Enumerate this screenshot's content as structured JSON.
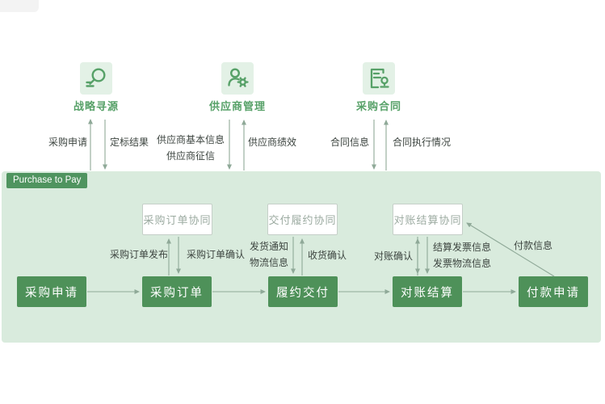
{
  "badge_label": "Purchase to Pay",
  "modules": [
    {
      "label": "战略寻源",
      "icon": "search-list-icon",
      "flow_up": "采购申请",
      "flow_down": "定标结果"
    },
    {
      "label": "供应商管理",
      "icon": "supplier-settings-icon",
      "flow_down_line1": "供应商基本信息",
      "flow_down_line2": "供应商征信",
      "flow_up": "供应商绩效"
    },
    {
      "label": "采购合同",
      "icon": "contract-seal-icon",
      "flow_down": "合同信息",
      "flow_up": "合同执行情况"
    }
  ],
  "process": {
    "steps": [
      {
        "label": "采购申请"
      },
      {
        "label": "采购订单"
      },
      {
        "label": "履约交付"
      },
      {
        "label": "对账结算"
      },
      {
        "label": "付款申请"
      }
    ],
    "collabs": [
      {
        "label": "采购订单协同"
      },
      {
        "label": "交付履约协同"
      },
      {
        "label": "对账结算协同"
      }
    ],
    "flow_labels": {
      "po_publish": "采购订单发布",
      "po_confirm": "采购订单确认",
      "ship_line1": "发货通知",
      "ship_line2": "物流信息",
      "receipt_confirm": "收货确认",
      "recon_confirm": "对账确认",
      "invoice_line1": "结算发票信息",
      "invoice_line2": "发票物流信息",
      "payment_info": "付款信息"
    }
  },
  "colors": {
    "accent_green": "#57a168",
    "step_green": "#4e9159",
    "panel_green": "#d9ebdd",
    "tile_green": "#e3f1e6",
    "arrow_gray_green": "#8fa998"
  }
}
